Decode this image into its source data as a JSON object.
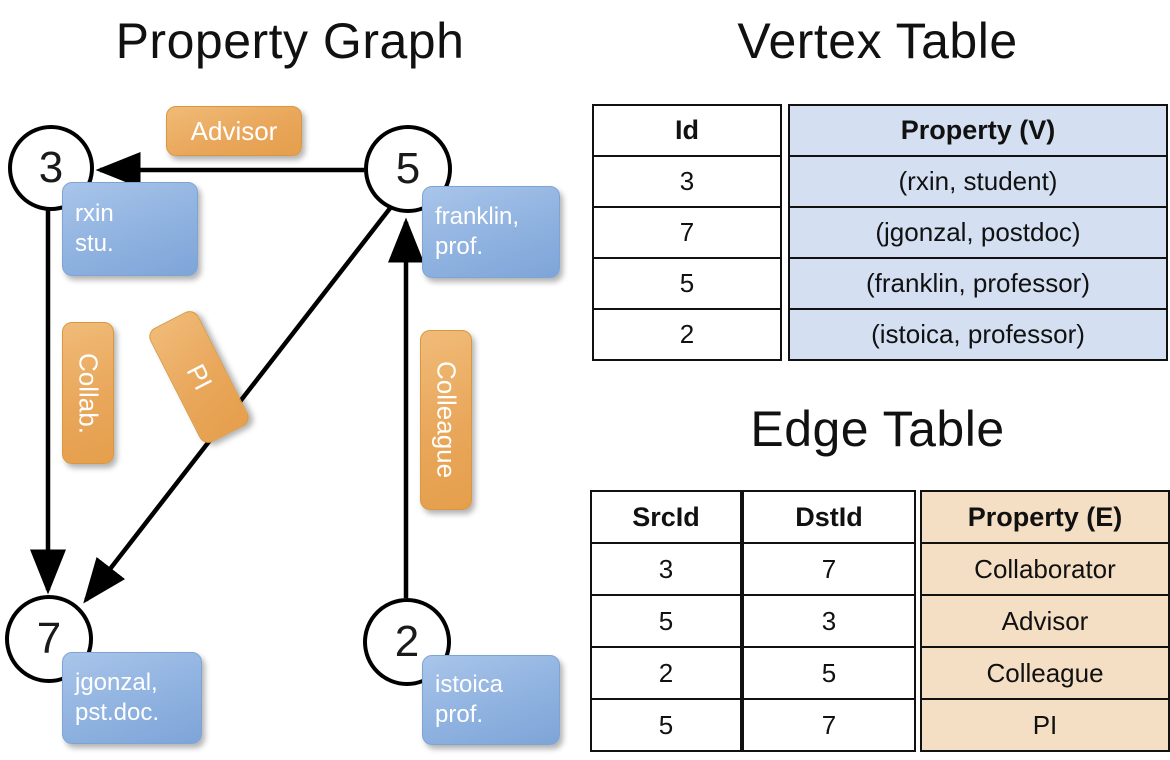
{
  "titles": {
    "property_graph": "Property Graph",
    "vertex_table": "Vertex Table",
    "edge_table": "Edge Table"
  },
  "colors": {
    "node_blue": "#8fb2e0",
    "label_orange": "#e9a75b",
    "table_blue": "#d4e0f2",
    "table_orange": "#f5dfc4",
    "stroke": "#000000"
  },
  "graph": {
    "nodes": [
      {
        "id": "3",
        "property_lines": [
          "rxin",
          "stu."
        ]
      },
      {
        "id": "5",
        "property_lines": [
          "franklin,",
          "prof."
        ]
      },
      {
        "id": "7",
        "property_lines": [
          "jgonzal,",
          "pst.doc."
        ]
      },
      {
        "id": "2",
        "property_lines": [
          "istoica",
          "prof."
        ]
      }
    ],
    "edge_labels": [
      {
        "name": "advisor",
        "text": "Advisor",
        "orientation": "horizontal"
      },
      {
        "name": "collab",
        "text": "Collab.",
        "orientation": "vertical"
      },
      {
        "name": "pi",
        "text": "PI",
        "orientation": "vertical-rotated"
      },
      {
        "name": "colleague",
        "text": "Colleague",
        "orientation": "vertical"
      }
    ],
    "edges": [
      {
        "from": "5",
        "to": "3",
        "label": "Advisor"
      },
      {
        "from": "3",
        "to": "7",
        "label": "Collab."
      },
      {
        "from": "5",
        "to": "7",
        "label": "PI"
      },
      {
        "from": "2",
        "to": "5",
        "label": "Colleague"
      }
    ]
  },
  "vertex_table": {
    "headers": {
      "id": "Id",
      "property": "Property (V)"
    },
    "rows": [
      {
        "id": "3",
        "property": "(rxin, student)"
      },
      {
        "id": "7",
        "property": "(jgonzal, postdoc)"
      },
      {
        "id": "5",
        "property": "(franklin, professor)"
      },
      {
        "id": "2",
        "property": "(istoica, professor)"
      }
    ]
  },
  "edge_table": {
    "headers": {
      "src": "SrcId",
      "dst": "DstId",
      "property": "Property (E)"
    },
    "rows": [
      {
        "src": "3",
        "dst": "7",
        "property": "Collaborator"
      },
      {
        "src": "5",
        "dst": "3",
        "property": "Advisor"
      },
      {
        "src": "2",
        "dst": "5",
        "property": "Colleague"
      },
      {
        "src": "5",
        "dst": "7",
        "property": "PI"
      }
    ]
  }
}
